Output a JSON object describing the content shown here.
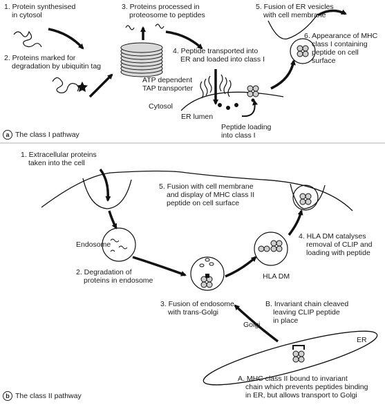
{
  "panel_a": {
    "tag": "a",
    "title": "The class I pathway",
    "steps": {
      "s1": [
        "1. Protein synthesised",
        "in cytosol"
      ],
      "s2": [
        "2. Proteins marked for",
        "degradation by ubiquitin tag"
      ],
      "s3": [
        "3. Proteins processed in",
        "proteosome to peptides"
      ],
      "s4": [
        "4. Peptide transported into",
        "ER and loaded into class I"
      ],
      "s5": [
        "5. Fusion of ER vesicles",
        "with cell membrane"
      ],
      "s6": [
        "6. Appearance of MHC",
        "class I containing",
        "peptide on cell",
        "surface"
      ]
    },
    "tap": [
      "ATP dependent",
      "TAP transporter"
    ],
    "cytosol": "Cytosol",
    "er_lumen": "ER lumen",
    "peptide_loading": [
      "Peptide loading",
      "into class I"
    ]
  },
  "panel_b": {
    "tag": "b",
    "title": "The class II pathway",
    "steps": {
      "s1": [
        "1. Extracellular proteins",
        "taken into the cell"
      ],
      "s2": [
        "2. Degradation of",
        "proteins in endosome"
      ],
      "s3": [
        "3. Fusion of endosome",
        "with trans-Golgi"
      ],
      "s4": [
        "4. HLA DM catalyses",
        "removal of CLIP and",
        "loading with peptide"
      ],
      "s5": [
        "5. Fusion with cell membrane",
        "and display of MHC class II",
        "peptide on cell surface"
      ],
      "sA": [
        "A. MHC class II bound to invariant",
        "chain which prevents peptides binding",
        "in ER, but allows transport to Golgi"
      ],
      "sB": [
        "B. Invariant chain cleaved",
        "leaving CLIP peptide",
        "in place"
      ]
    },
    "endosome": "Endosome",
    "hla_dm": "HLA DM",
    "golgi": "Golgi",
    "er": "ER"
  }
}
